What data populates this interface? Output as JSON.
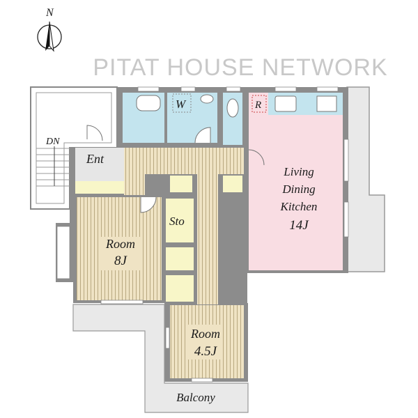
{
  "compass": {
    "label": "N"
  },
  "rooms": {
    "stairs": "DN",
    "entrance": "Ent",
    "bath_washroom": "W",
    "refrigerator": "R",
    "ldk": {
      "line1": "Living",
      "line2": "Dining",
      "line3": "Kitchen",
      "size": "14J"
    },
    "storage": "Sto",
    "room1": {
      "name": "Room",
      "size": "8J"
    },
    "room2": {
      "name": "Room",
      "size": "4.5J"
    },
    "balcony": "Balcony"
  },
  "watermark": "PITAT HOUSE NETWORK",
  "colors": {
    "wall": "#8c8c8c",
    "wet": "#c3e4ee",
    "ldk": "#f9dde3",
    "floor": "#efe3c4",
    "storage": "#f8f6c8",
    "balcony": "#e9e9e9"
  }
}
